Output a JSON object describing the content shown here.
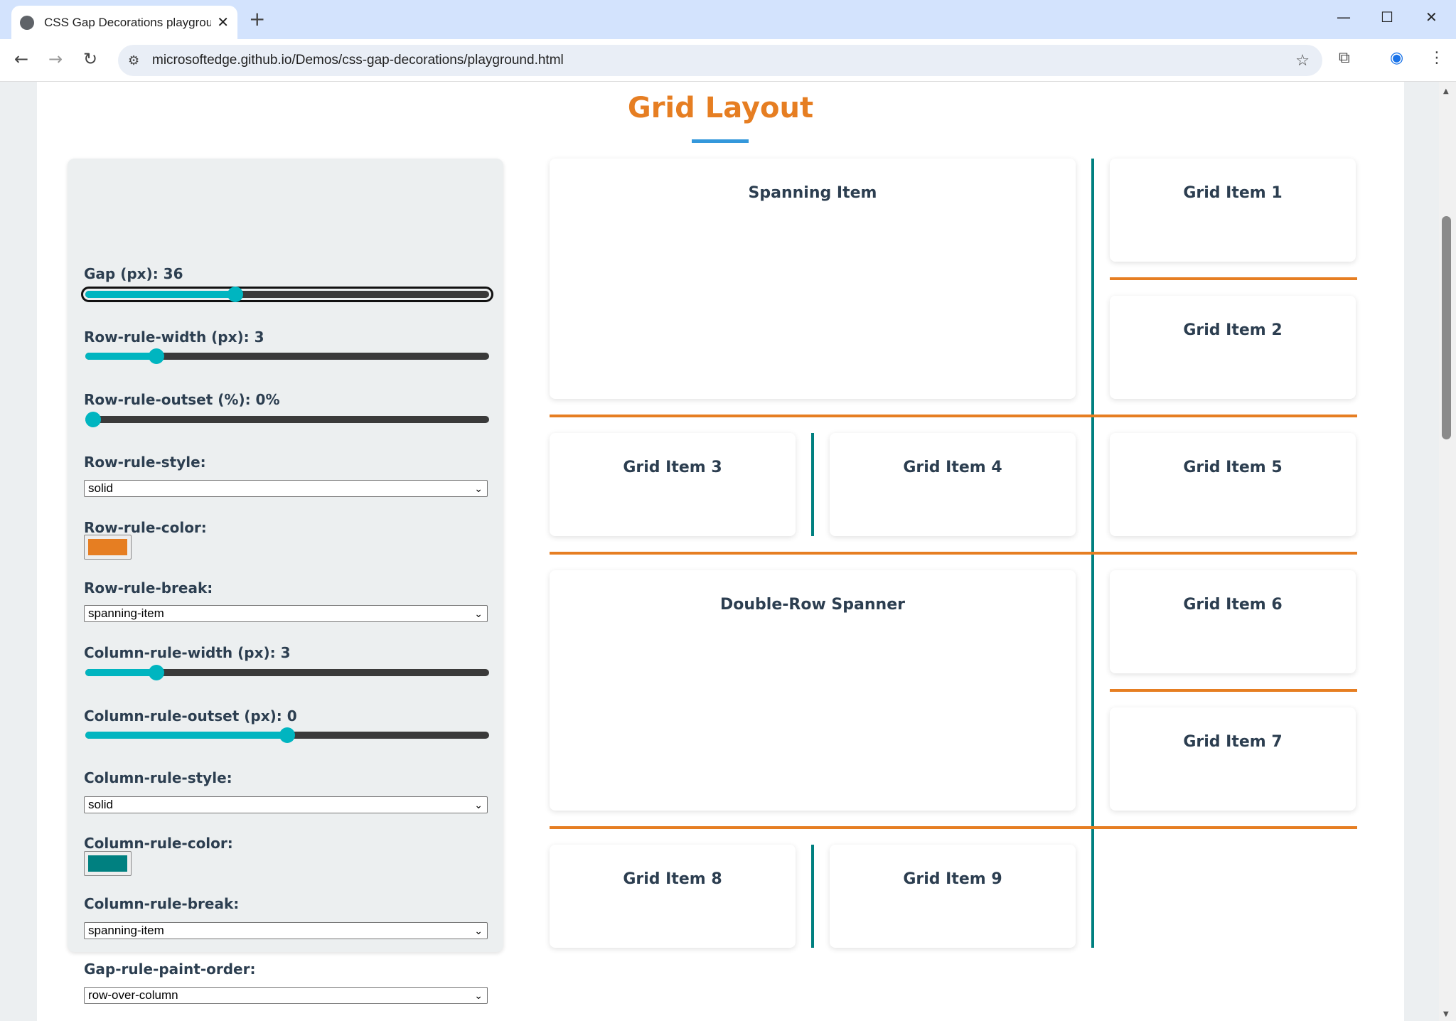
{
  "browser": {
    "tab_title": "CSS Gap Decorations playground",
    "url": "microsoftedge.github.io/Demos/css-gap-decorations/playground.html"
  },
  "page": {
    "title": "Grid Layout"
  },
  "controls": {
    "gap": {
      "label": "Gap (px): 36",
      "value_fraction": 0.366
    },
    "row_rule_width": {
      "label": "Row-rule-width (px): 3",
      "value_fraction": 0.163
    },
    "row_rule_outset": {
      "label": "Row-rule-outset (%): 0%",
      "value_fraction": 0
    },
    "row_rule_style": {
      "label": "Row-rule-style:",
      "value": "solid"
    },
    "row_rule_color": {
      "label": "Row-rule-color:",
      "value": "#e67e22"
    },
    "row_rule_break": {
      "label": "Row-rule-break:",
      "value": "spanning-item"
    },
    "column_rule_width": {
      "label": "Column-rule-width (px): 3",
      "value_fraction": 0.163
    },
    "column_rule_outset": {
      "label": "Column-rule-outset (px): 0",
      "value_fraction": 0.5
    },
    "column_rule_style": {
      "label": "Column-rule-style:",
      "value": "solid"
    },
    "column_rule_color": {
      "label": "Column-rule-color:",
      "value": "#008080"
    },
    "column_rule_break": {
      "label": "Column-rule-break:",
      "value": "spanning-item"
    },
    "gap_rule_paint_order": {
      "label": "Gap-rule-paint-order:",
      "value": "row-over-column"
    }
  },
  "grid": {
    "items": [
      "Spanning Item",
      "Grid Item 1",
      "Grid Item 2",
      "Grid Item 3",
      "Grid Item 4",
      "Grid Item 5",
      "Double-Row Spanner",
      "Grid Item 6",
      "Grid Item 7",
      "Grid Item 8",
      "Grid Item 9"
    ]
  },
  "colors": {
    "accent": "#e67e22",
    "underline": "#3498db",
    "slider": "#00b5c0",
    "row_rule": "#e67e22",
    "column_rule": "#008080"
  }
}
